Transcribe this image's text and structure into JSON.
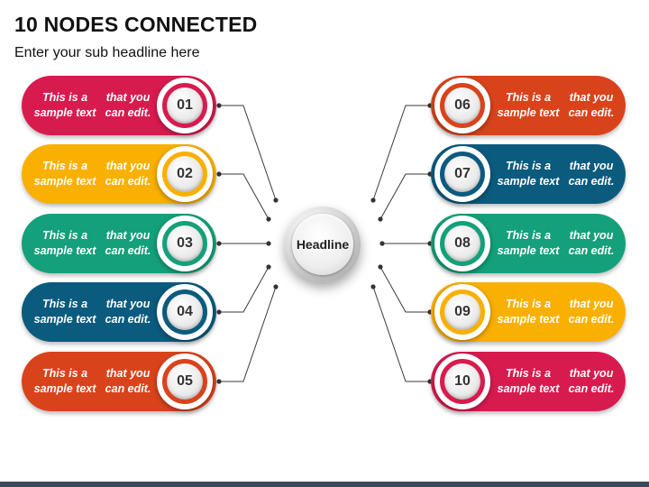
{
  "title": "10 NODES CONNECTED",
  "subtitle": "Enter your sub headline here",
  "hub": {
    "label": "Headline"
  },
  "nodes": [
    {
      "number": "01",
      "text_line1": "This is a sample text",
      "text_line2": "that you can edit.",
      "color": "#d81b4f"
    },
    {
      "number": "02",
      "text_line1": "This is a sample text",
      "text_line2": "that you can edit.",
      "color": "#f9b000"
    },
    {
      "number": "03",
      "text_line1": "This is a sample text",
      "text_line2": "that you can edit.",
      "color": "#14a07a"
    },
    {
      "number": "04",
      "text_line1": "This is a sample text",
      "text_line2": "that you can edit.",
      "color": "#0b5b7e"
    },
    {
      "number": "05",
      "text_line1": "This is a sample text",
      "text_line2": "that you can edit.",
      "color": "#d9431c"
    },
    {
      "number": "06",
      "text_line1": "This is a sample text",
      "text_line2": "that you can edit.",
      "color": "#d9431c"
    },
    {
      "number": "07",
      "text_line1": "This is a sample text",
      "text_line2": "that you can edit.",
      "color": "#0b5b7e"
    },
    {
      "number": "08",
      "text_line1": "This is a sample text",
      "text_line2": "that you can edit.",
      "color": "#14a07a"
    },
    {
      "number": "09",
      "text_line1": "This is a sample text",
      "text_line2": "that you can edit.",
      "color": "#f9b000"
    },
    {
      "number": "10",
      "text_line1": "This is a sample text",
      "text_line2": "that you can edit.",
      "color": "#d81b4f"
    }
  ]
}
